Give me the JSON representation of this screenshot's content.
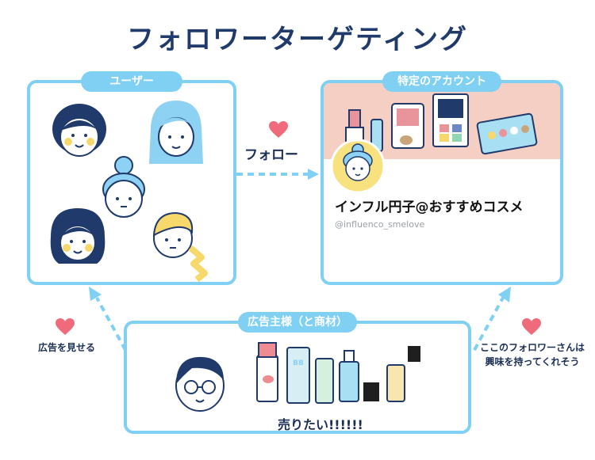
{
  "title": "フォロワーターゲティング",
  "users_panel": {
    "label": "ユーザー"
  },
  "account_panel": {
    "label": "特定のアカウント",
    "name": "インフル円子@おすすめコスメ",
    "handle": "@influenco_smelove"
  },
  "advertiser_panel": {
    "label": "広告主様（と商材）",
    "cosmetic_label": "BB",
    "sell_text": "売りたい!!!!!!"
  },
  "arrows": {
    "follow_label": "フォロー",
    "left_label": "広告を見せる",
    "right_label_line1": "ここのフォロワーさんは",
    "right_label_line2": "興味を持ってくれそう"
  },
  "colors": {
    "panel_border": "#7fd0f2",
    "heart": "#ef6b7b",
    "arrow": "#7fd0f2",
    "title": "#1f3a6b",
    "banner": "#f6cfc4"
  }
}
